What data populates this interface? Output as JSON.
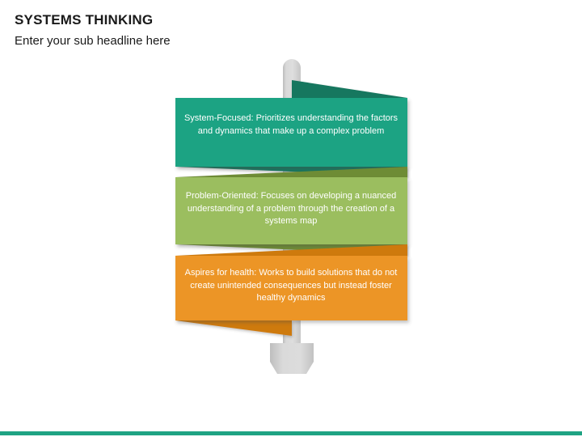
{
  "header": {
    "title": "SYSTEMS THINKING",
    "subtitle": "Enter your sub headline here"
  },
  "diagram": {
    "type": "vertical-arrow-ribbon-banners",
    "arrow": {
      "name": "downward-arrow",
      "color": "#D4D4D4",
      "direction": "down"
    },
    "banners": [
      {
        "id": "banner-system-focused",
        "text": "System-Focused: Prioritizes understanding the factors and dynamics that make up a complex problem",
        "color": "#1FA383",
        "fold_color": "#17775F",
        "text_color": "#FFFFFF"
      },
      {
        "id": "banner-problem-oriented",
        "text": "Problem-Oriented: Focuses on developing a nuanced understanding of a problem through the creation of a systems map",
        "color": "#9BBE5F",
        "fold_color": "#6E8C36",
        "text_color": "#FFFFFF"
      },
      {
        "id": "banner-aspires-health",
        "text": "Aspires for health: Works to build solutions that do not create unintended consequences but instead foster healthy dynamics",
        "color": "#EC9526",
        "fold_color": "#CE7A10",
        "text_color": "#FFFFFF"
      }
    ]
  },
  "footer": {
    "accent_color": "#1FA383"
  }
}
